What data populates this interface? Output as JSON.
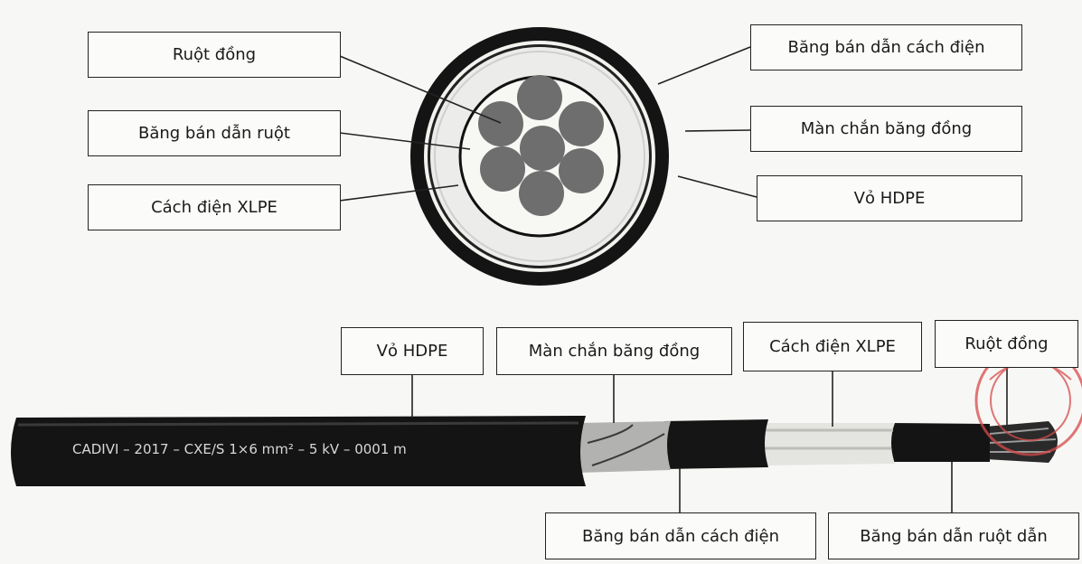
{
  "cross_section": {
    "labels": {
      "copper_conductor": "Ruột đồng",
      "conductor_screen": "Băng bán dẫn ruột",
      "xlpe_insulation": "Cách điện XLPE",
      "insulation_screen": "Băng bán dẫn cách điện",
      "copper_tape_screen": "Màn chắn băng đồng",
      "hdpe_sheath": "Vỏ HDPE"
    }
  },
  "side_view": {
    "labels": {
      "hdpe_sheath": "Vỏ HDPE",
      "copper_tape_screen": "Màn chắn băng đồng",
      "xlpe_insulation": "Cách điện XLPE",
      "copper_conductor": "Ruột đồng",
      "insulation_screen": "Băng bán dẫn cách điện",
      "conductor_screen": "Băng bán dẫn ruột dẫn"
    },
    "cable_marking": "CADIVI – 2017 – CXE/S 1×6 mm² – 5 kV – 0001 m"
  },
  "colors": {
    "sheath": "#141414",
    "strand": "#6e6e6e",
    "insulation": "#e9e9e6",
    "copper_tape": "#b9b9b9",
    "stamp": "#d64a4a"
  }
}
